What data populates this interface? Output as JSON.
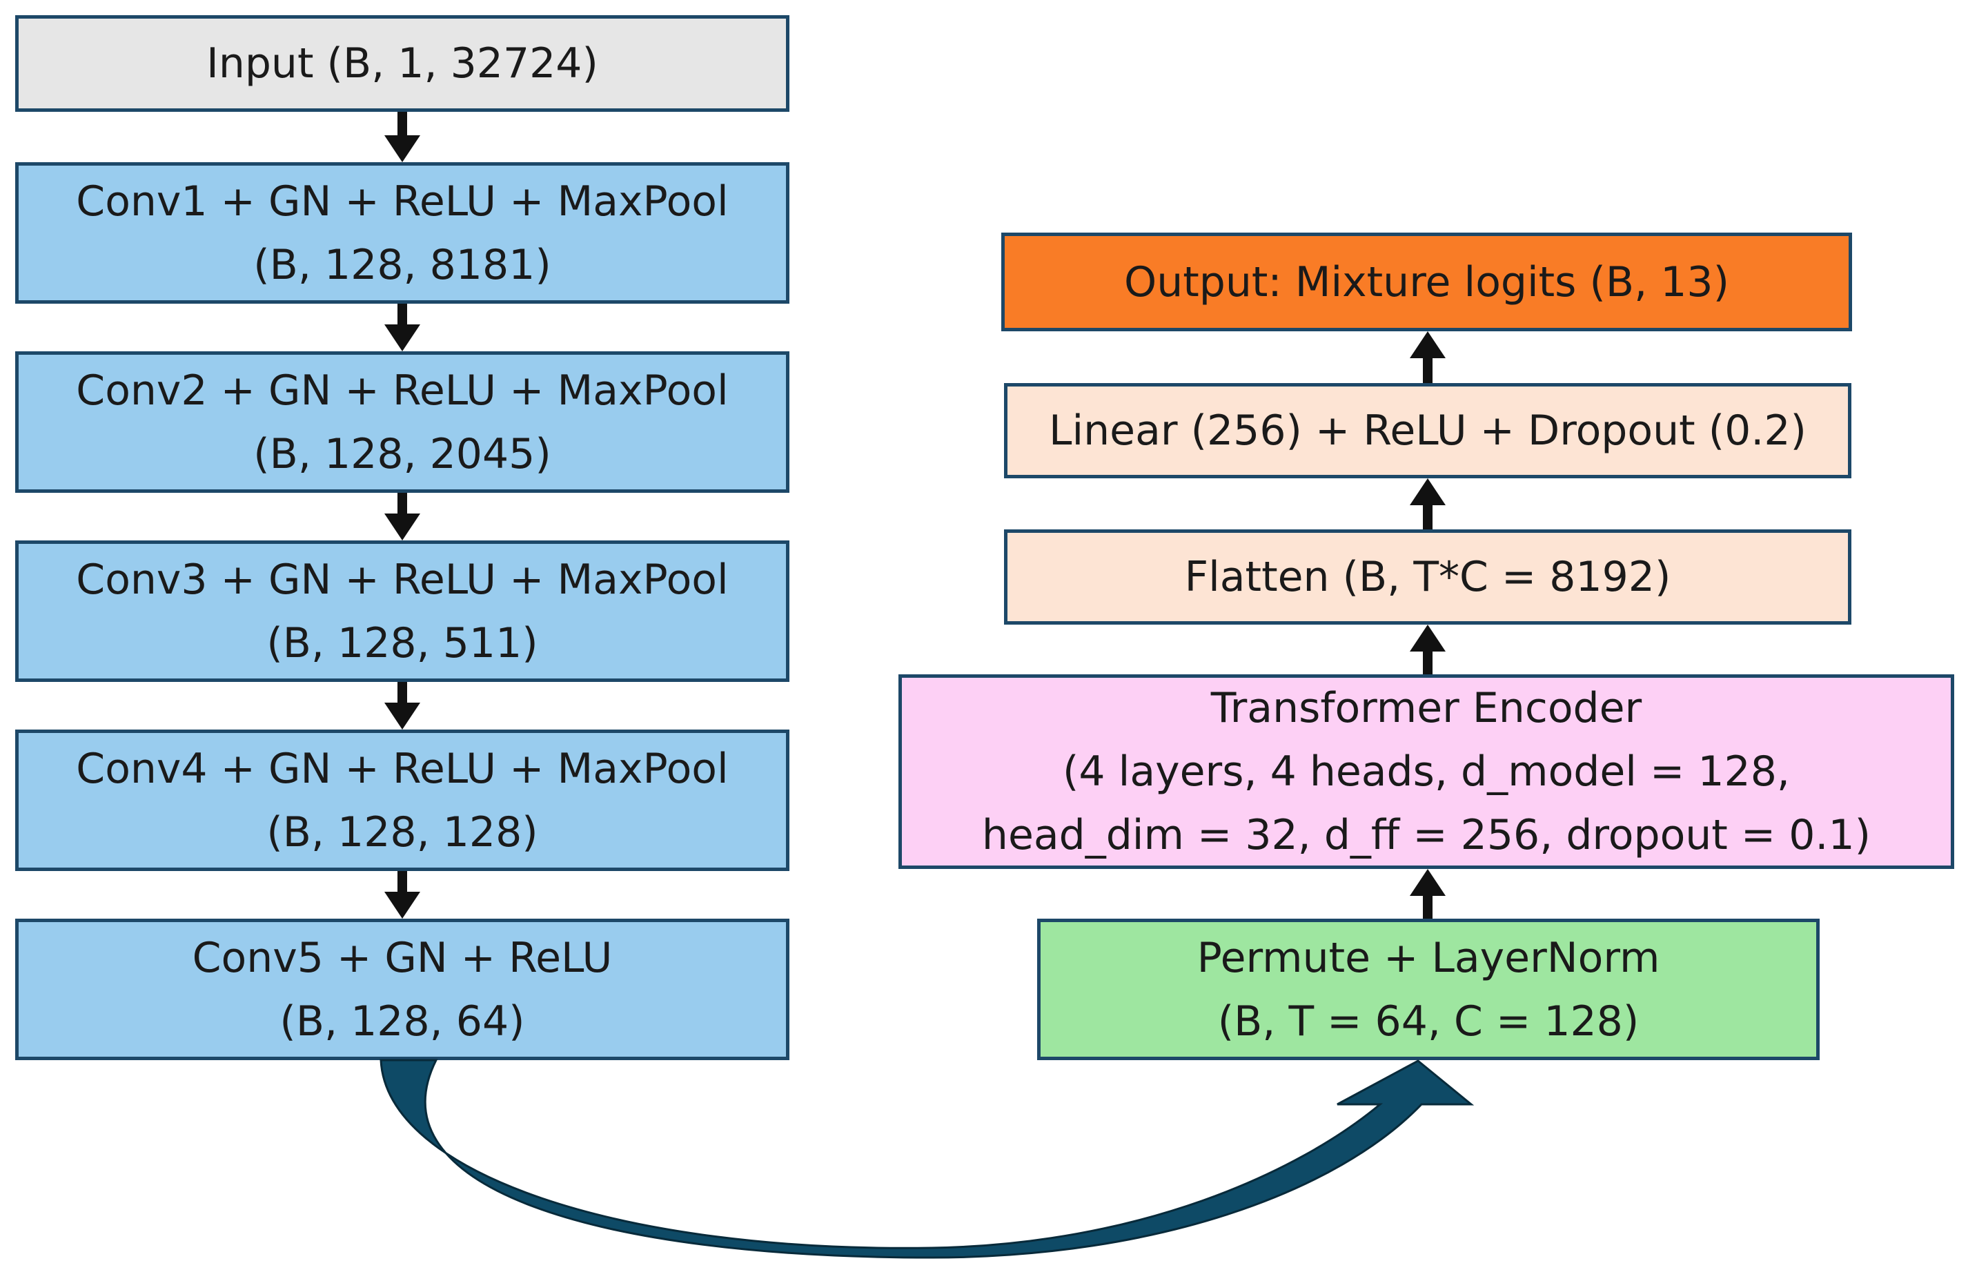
{
  "diagram": {
    "encoder_path": [
      {
        "id": "input",
        "lines": [
          "Input (B, 1, 32724)"
        ]
      },
      {
        "id": "conv1",
        "lines": [
          "Conv1 + GN + ReLU + MaxPool",
          "(B, 128, 8181)"
        ]
      },
      {
        "id": "conv2",
        "lines": [
          "Conv2 + GN + ReLU + MaxPool",
          "(B, 128, 2045)"
        ]
      },
      {
        "id": "conv3",
        "lines": [
          "Conv3 + GN + ReLU + MaxPool",
          "(B, 128, 511)"
        ]
      },
      {
        "id": "conv4",
        "lines": [
          "Conv4 + GN + ReLU + MaxPool",
          "(B, 128, 128)"
        ]
      },
      {
        "id": "conv5",
        "lines": [
          "Conv5 + GN + ReLU",
          "(B, 128, 64)"
        ]
      }
    ],
    "head_path": [
      {
        "id": "permute",
        "lines": [
          "Permute + LayerNorm",
          "(B, T = 64, C = 128)"
        ]
      },
      {
        "id": "transformer",
        "lines": [
          "Transformer Encoder",
          "(4 layers, 4 heads, d_model = 128,",
          "head_dim = 32, d_ff = 256, dropout = 0.1)"
        ]
      },
      {
        "id": "flatten",
        "lines": [
          "Flatten (B, T*C = 8192)"
        ]
      },
      {
        "id": "linear",
        "lines": [
          "Linear (256) + ReLU + Dropout (0.2)"
        ]
      },
      {
        "id": "output",
        "lines": [
          "Output: Mixture logits (B, 13)"
        ]
      }
    ],
    "colors": {
      "input": "#e6e6e6",
      "conv": "#99ccee",
      "permute": "#9ee6a0",
      "transformer": "#fdd0f5",
      "flatten_linear": "#fde4d4",
      "output": "#f97c26",
      "border": "#1d4868",
      "curved_arrow": "#0e4a66"
    }
  }
}
